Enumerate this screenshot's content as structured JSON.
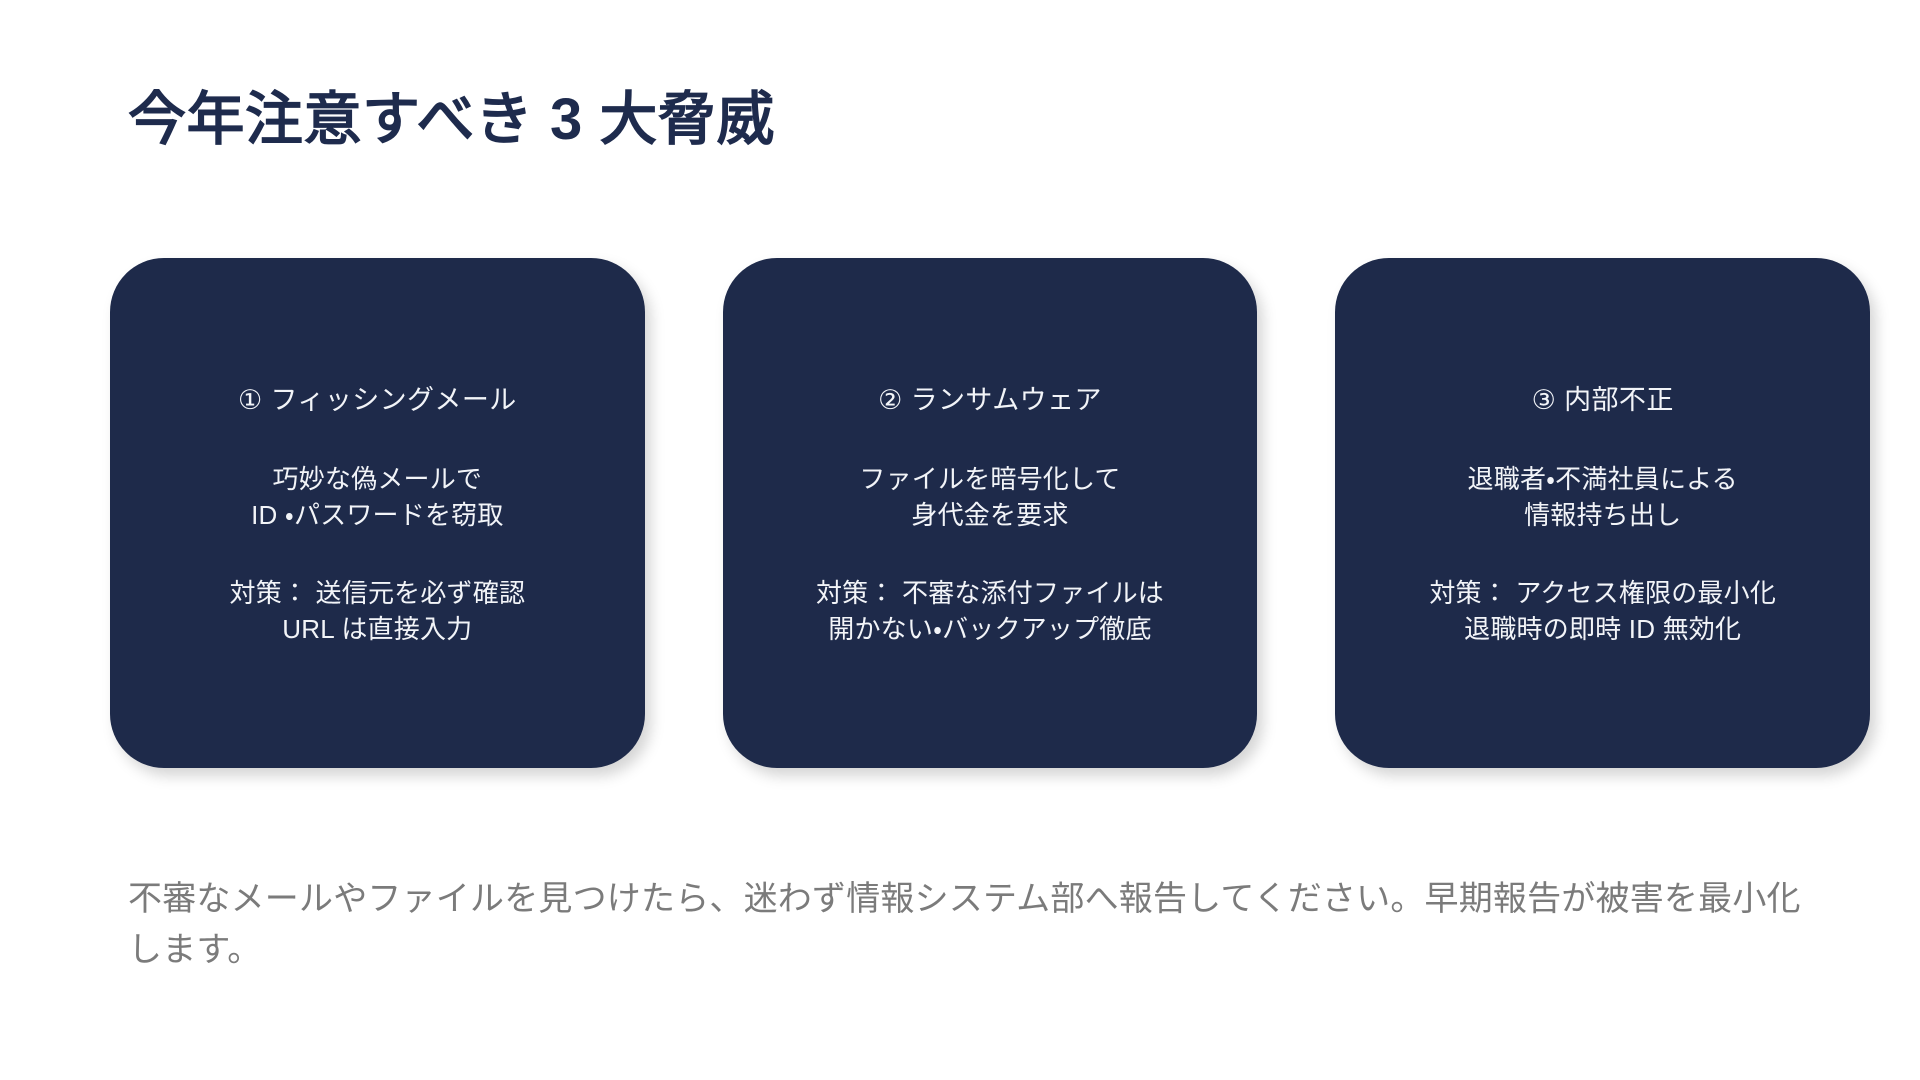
{
  "slide": {
    "title": "今年注意すべき 3 大脅威",
    "background_color": "#ffffff",
    "title_color": "#1e2b4d",
    "card_color": "#1e2a4a",
    "card_text_color": "#f2f4f8",
    "footnote_color": "#7b7b7b"
  },
  "cards": [
    {
      "heading": "① フィッシングメール",
      "desc_line_1": "巧妙な偽メールで",
      "desc_line_2": "ID ・パスワードを窃取",
      "action_line_1": "対策： 送信元を必ず確認",
      "action_line_2": "URL は直接入力"
    },
    {
      "heading": "② ランサムウェア",
      "desc_line_1": "ファイルを暗号化して",
      "desc_line_2": "身代金を要求",
      "action_line_1": "対策： 不審な添付ファイルは",
      "action_line_2": "開かない・バックアップ徹底"
    },
    {
      "heading": "③ 内部不正",
      "desc_line_1": "退職者・不満社員による",
      "desc_line_2": "情報持ち出し",
      "action_line_1": "対策： アクセス権限の最小化",
      "action_line_2": "退職時の即時 ID 無効化"
    }
  ],
  "footnote": {
    "text": "不審なメールやファイルを見つけたら、迷わず情報システム部へ報告してください。早期報告が被害を最小化します。"
  }
}
